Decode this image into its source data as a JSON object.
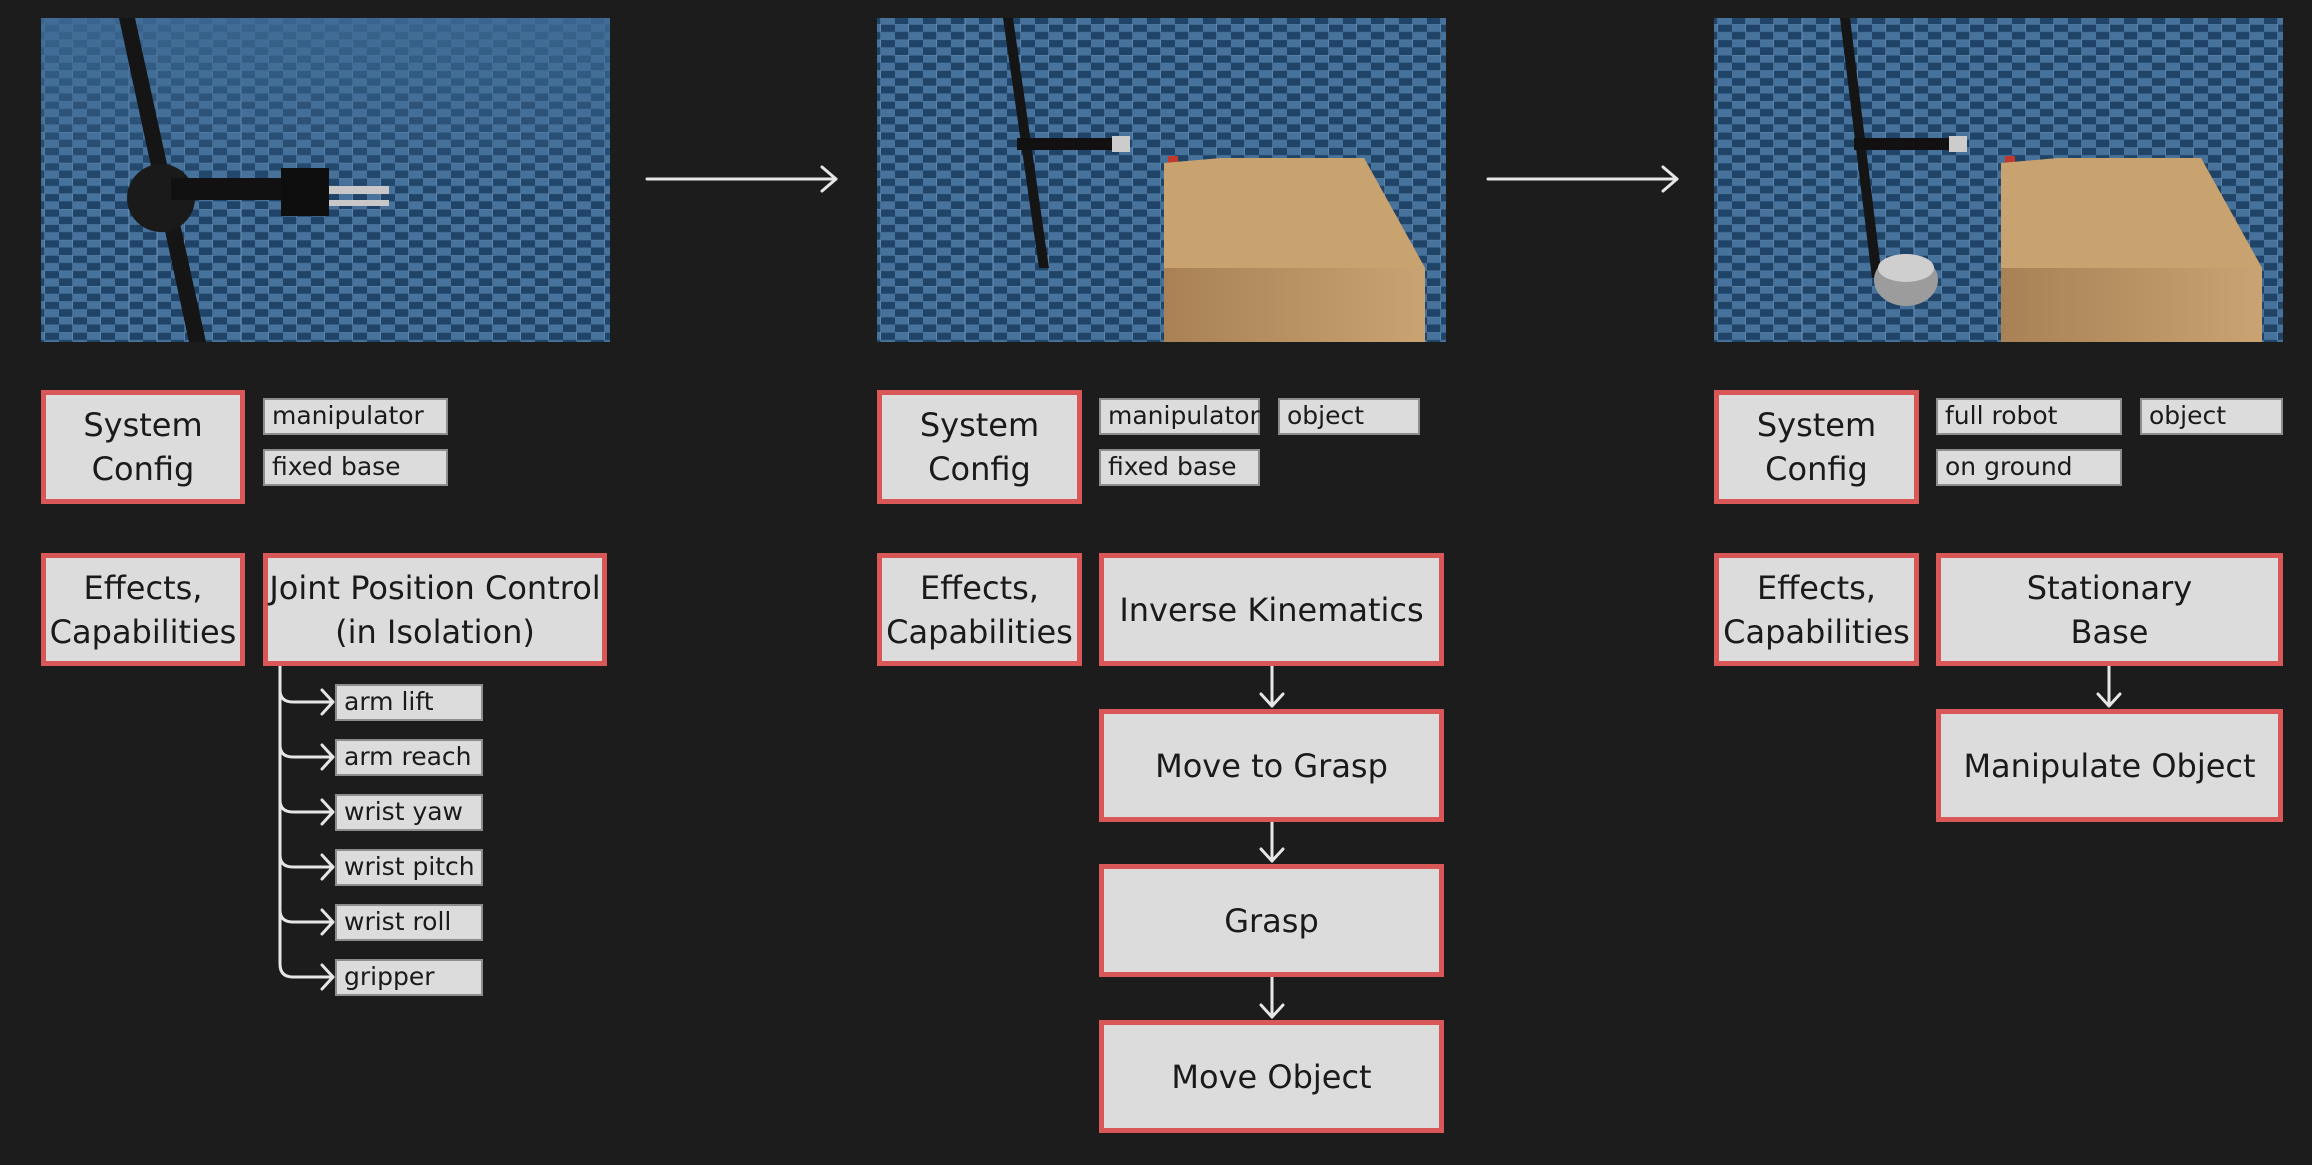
{
  "panels": [
    {
      "system_config_label": "System\nConfig",
      "config_tags": [
        "manipulator",
        "fixed base"
      ],
      "effects_label": "Effects,\nCapabilities",
      "capability": "Joint Position Control\n(in Isolation)",
      "joints": [
        "arm lift",
        "arm reach",
        "wrist yaw",
        "wrist pitch",
        "wrist roll",
        "gripper"
      ]
    },
    {
      "system_config_label": "System\nConfig",
      "config_tags": [
        "manipulator",
        "fixed base",
        "object"
      ],
      "effects_label": "Effects,\nCapabilities",
      "steps": [
        "Inverse Kinematics",
        "Move to Grasp",
        "Grasp",
        "Move Object"
      ]
    },
    {
      "system_config_label": "System\nConfig",
      "config_tags": [
        "full robot",
        "on ground",
        "object"
      ],
      "effects_label": "Effects,\nCapabilities",
      "steps": [
        "Stationary\nBase",
        "Manipulate Object"
      ]
    }
  ],
  "colors": {
    "background": "#1c1c1c",
    "box_fill": "#dcdcdc",
    "box_border": "#d95757",
    "tag_border": "#8d8d8d",
    "line": "#e6e6e6",
    "floor_light": "#46729c",
    "floor_dark": "#1f4468",
    "table_wood": "#b98f5e"
  }
}
